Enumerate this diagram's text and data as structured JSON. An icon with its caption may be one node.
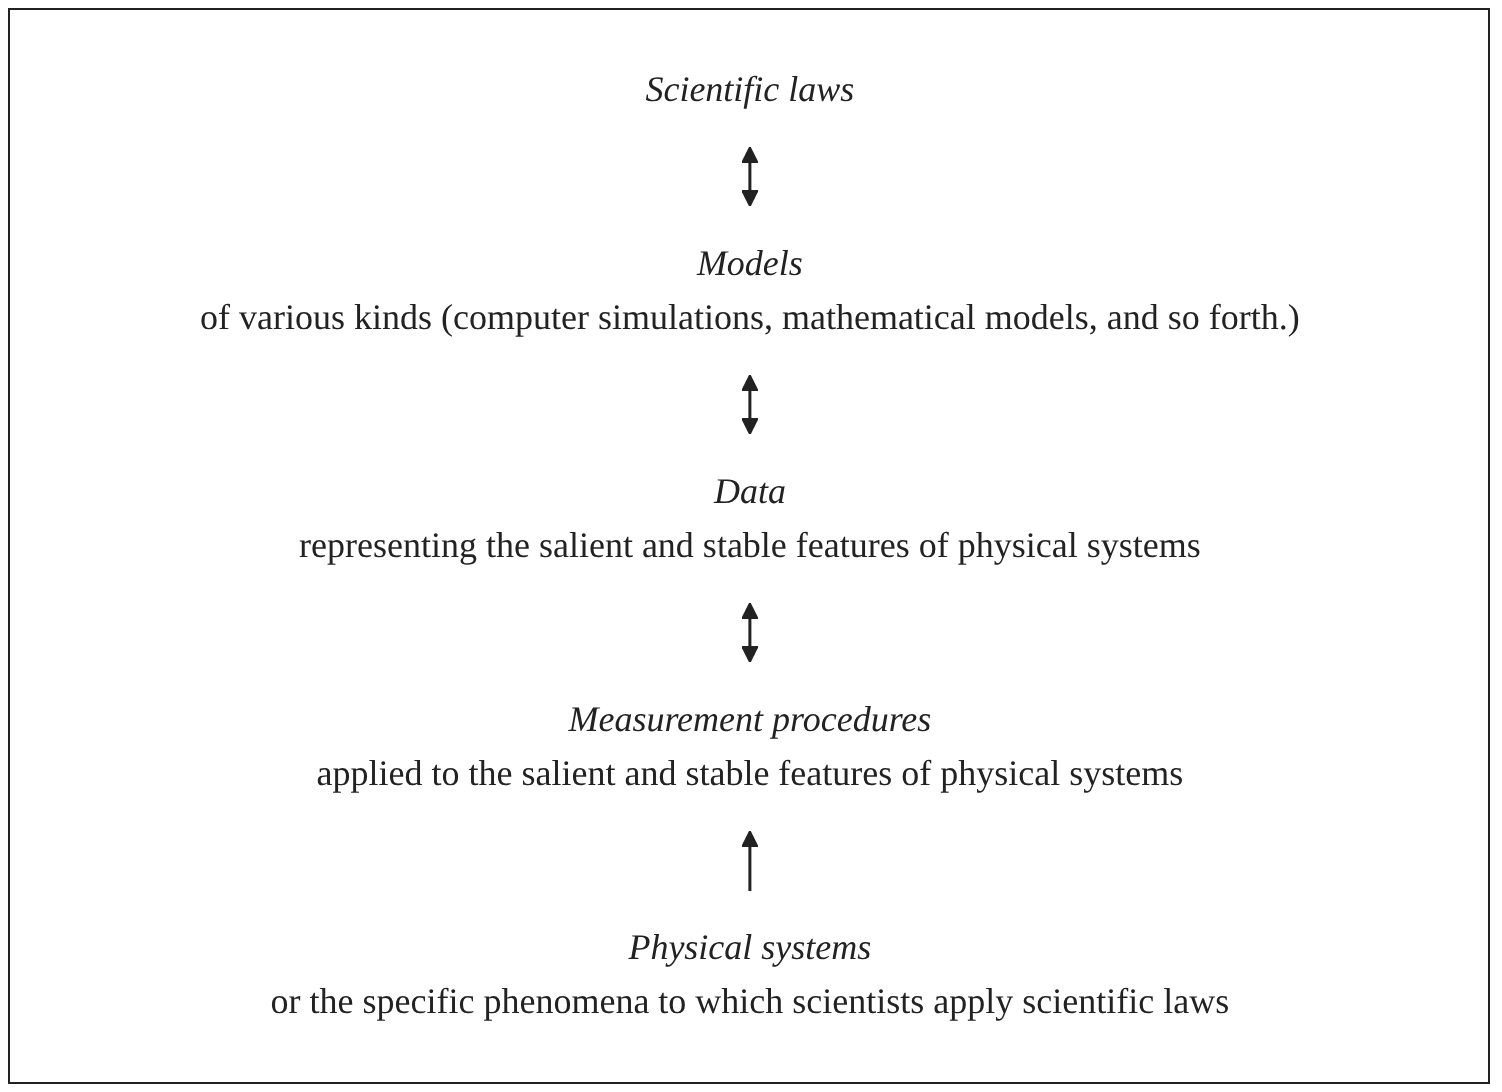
{
  "diagram": {
    "nodes": [
      {
        "text": [
          "Scientific laws"
        ]
      },
      {
        "text": [
          "Models",
          "of various kinds (computer simulations, mathematical models, and so forth.)"
        ]
      },
      {
        "text": [
          "Data",
          "representing the salient and stable features of physical systems"
        ]
      },
      {
        "text": [
          "Measurement procedures",
          "applied to the salient and stable features of physical systems"
        ]
      },
      {
        "text": [
          "Physical systems",
          "or the specific phenomena to which scientists apply scientific laws"
        ]
      }
    ],
    "edges": [
      {
        "from": 0,
        "to": 1,
        "arrow": "both"
      },
      {
        "from": 1,
        "to": 2,
        "arrow": "both"
      },
      {
        "from": 2,
        "to": 3,
        "arrow": "both"
      },
      {
        "from": 4,
        "to": 3,
        "arrow": "to"
      }
    ]
  }
}
